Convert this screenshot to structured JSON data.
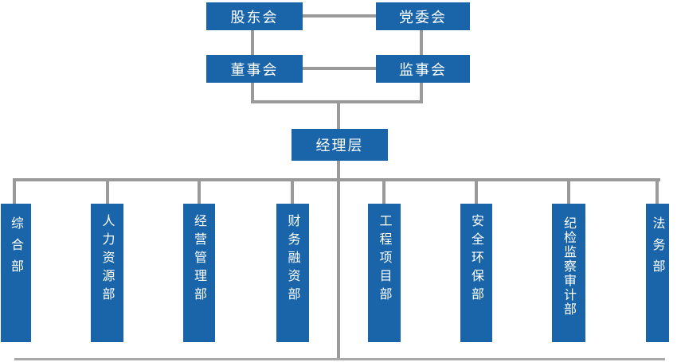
{
  "diagram": {
    "type": "org-chart",
    "colors": {
      "node_blue": "#1a65aa",
      "connector_gray": "#9a9a9a",
      "baseline_gray": "#a8a8a8",
      "text_white": "#ffffff"
    },
    "governance": {
      "shareholders": "股东会",
      "party_committee": "党委会",
      "board": "董事会",
      "supervisory": "监事会",
      "management": "经理层"
    },
    "departments": [
      {
        "label": "综合部"
      },
      {
        "label": "人力资源部"
      },
      {
        "label": "经营管理部"
      },
      {
        "label": "财务融资部"
      },
      {
        "label": "工程项目部"
      },
      {
        "label": "安全环保部"
      },
      {
        "label": "纪检监察审计部"
      },
      {
        "label": "法务部"
      }
    ]
  }
}
